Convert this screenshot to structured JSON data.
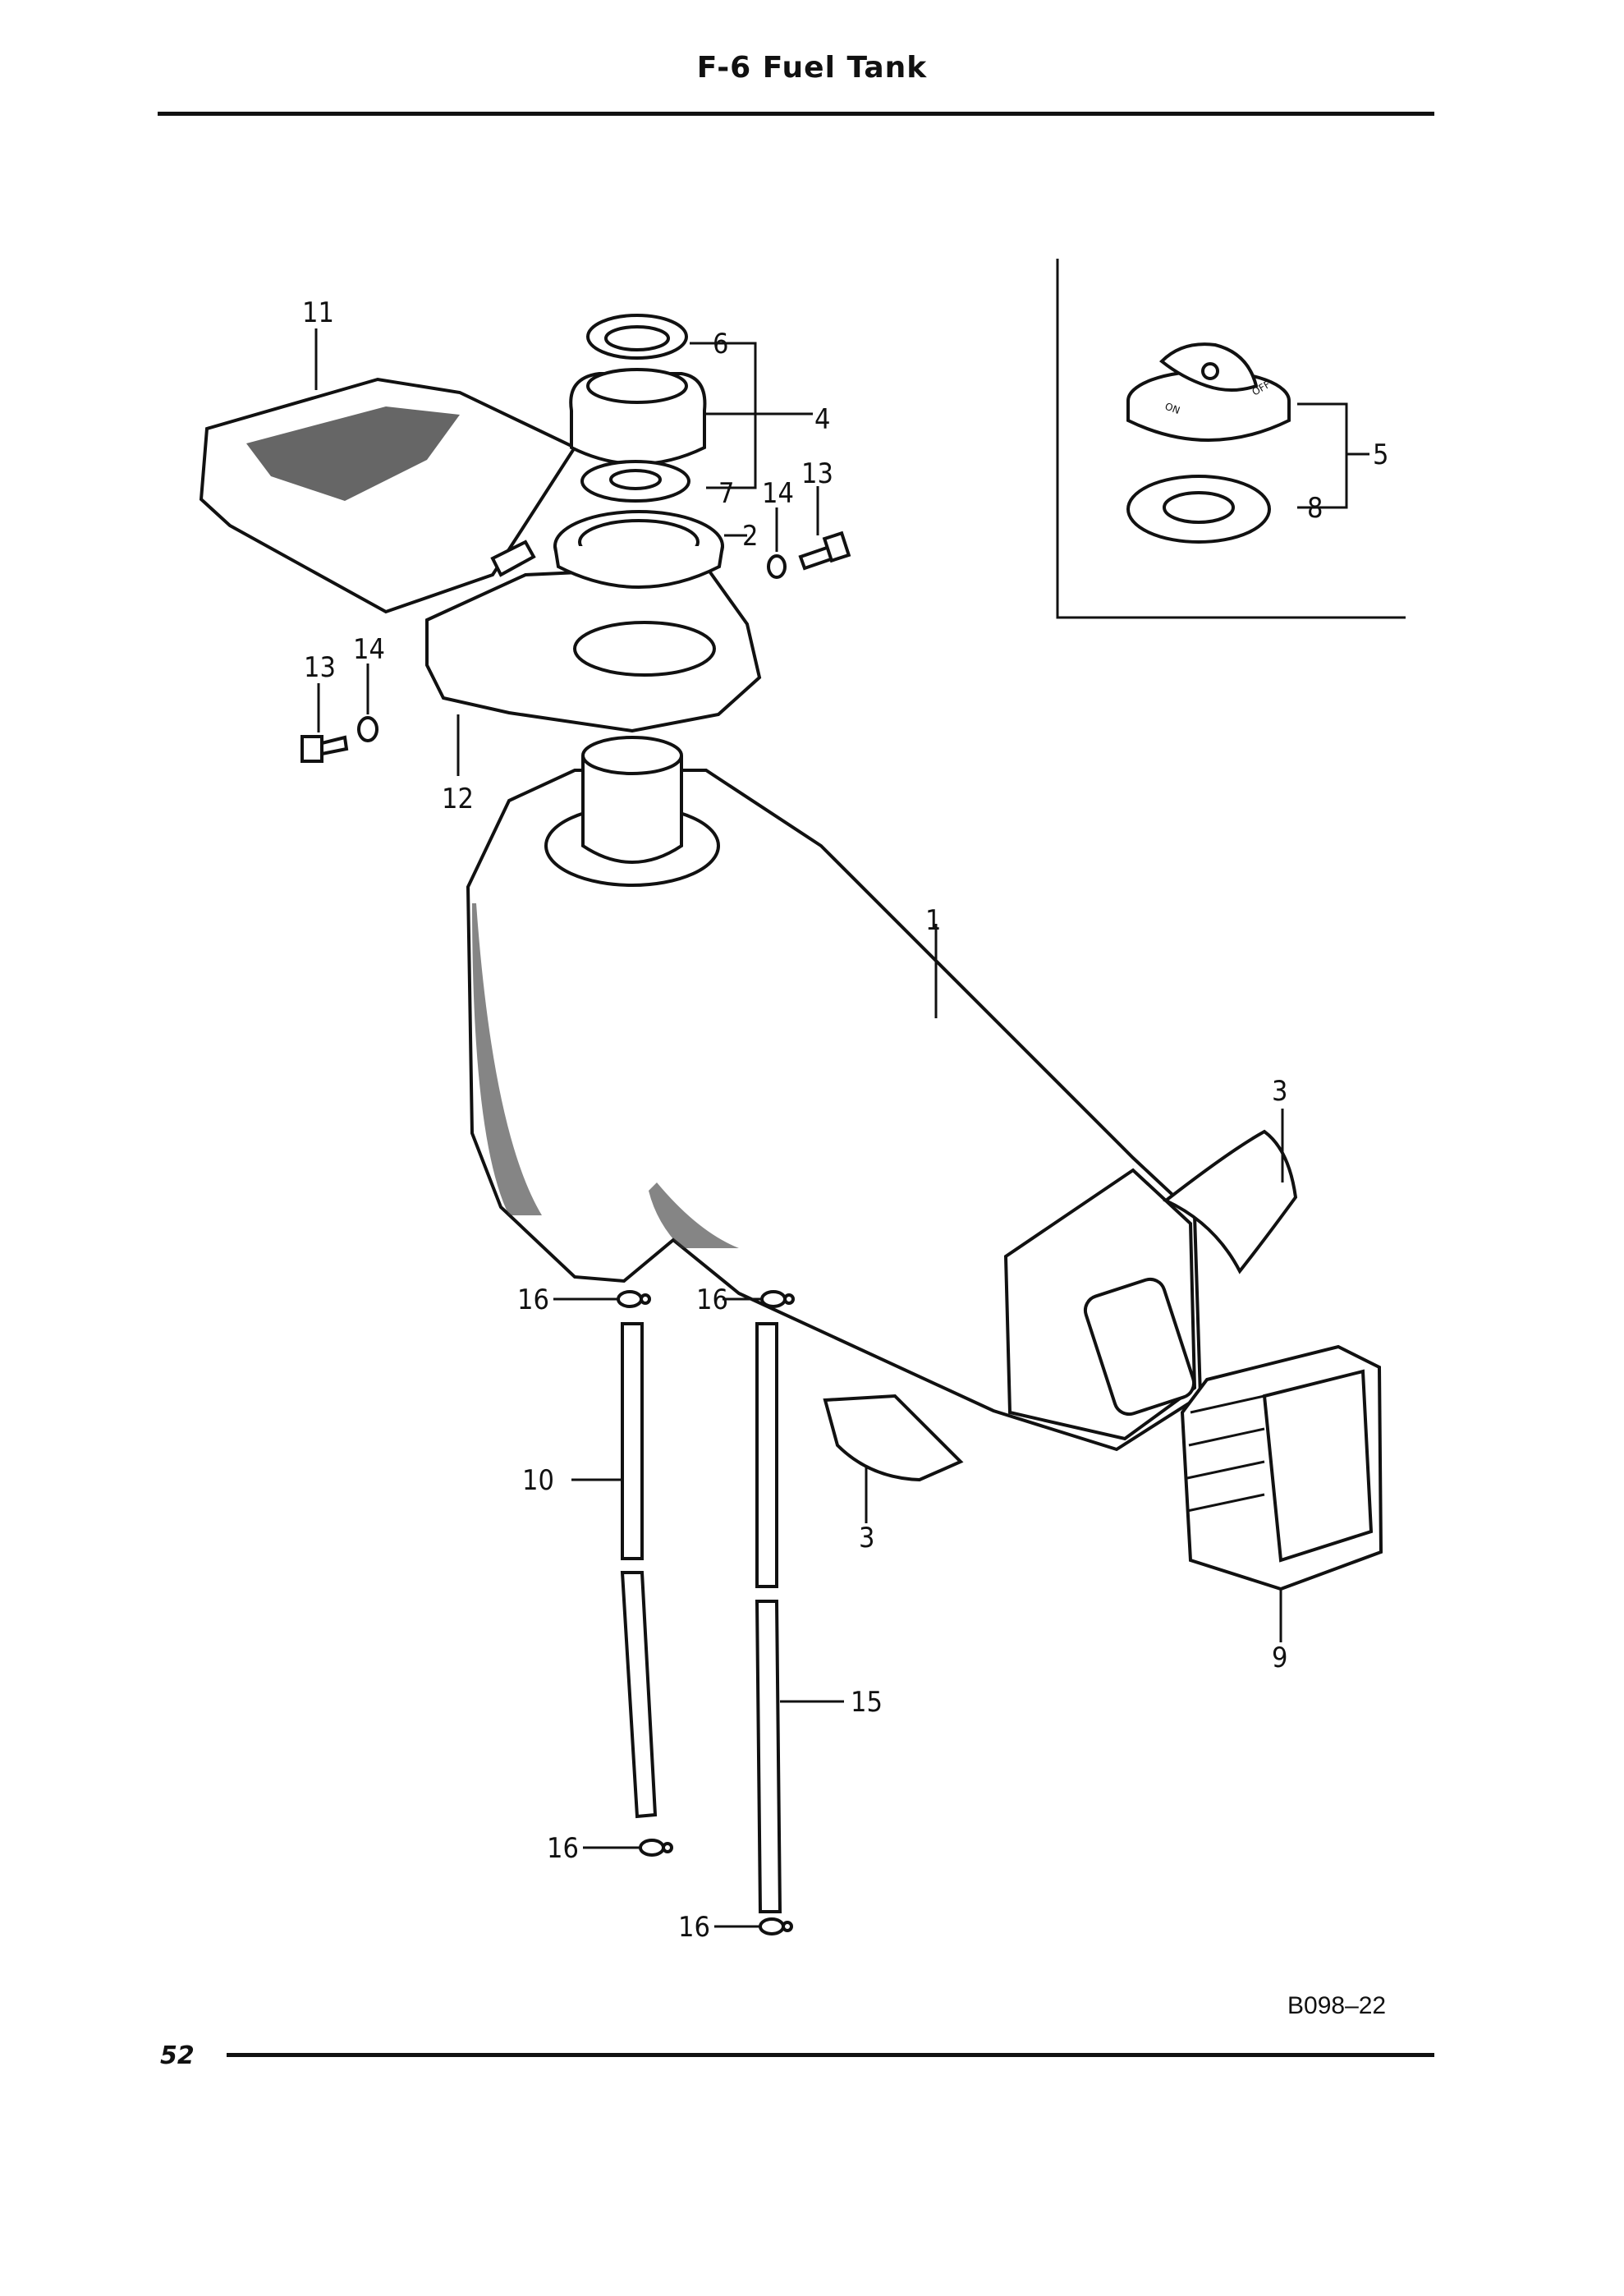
{
  "header": {
    "title": "F-6  Fuel Tank"
  },
  "footer": {
    "page_number": "52",
    "drawing_code": "B098–22"
  },
  "callouts": {
    "n1": "1",
    "n2": "2",
    "n3a": "3",
    "n3b": "3",
    "n4": "4",
    "n5": "5",
    "n6": "6",
    "n7": "7",
    "n8": "8",
    "n9": "9",
    "n10": "10",
    "n11": "11",
    "n12": "12",
    "n13a": "13",
    "n13b": "13",
    "n14a": "14",
    "n14b": "14",
    "n15": "15",
    "n16a": "16",
    "n16b": "16",
    "n16c": "16",
    "n16d": "16"
  },
  "cock_lever": {
    "on": "ON",
    "off": "OFF"
  }
}
